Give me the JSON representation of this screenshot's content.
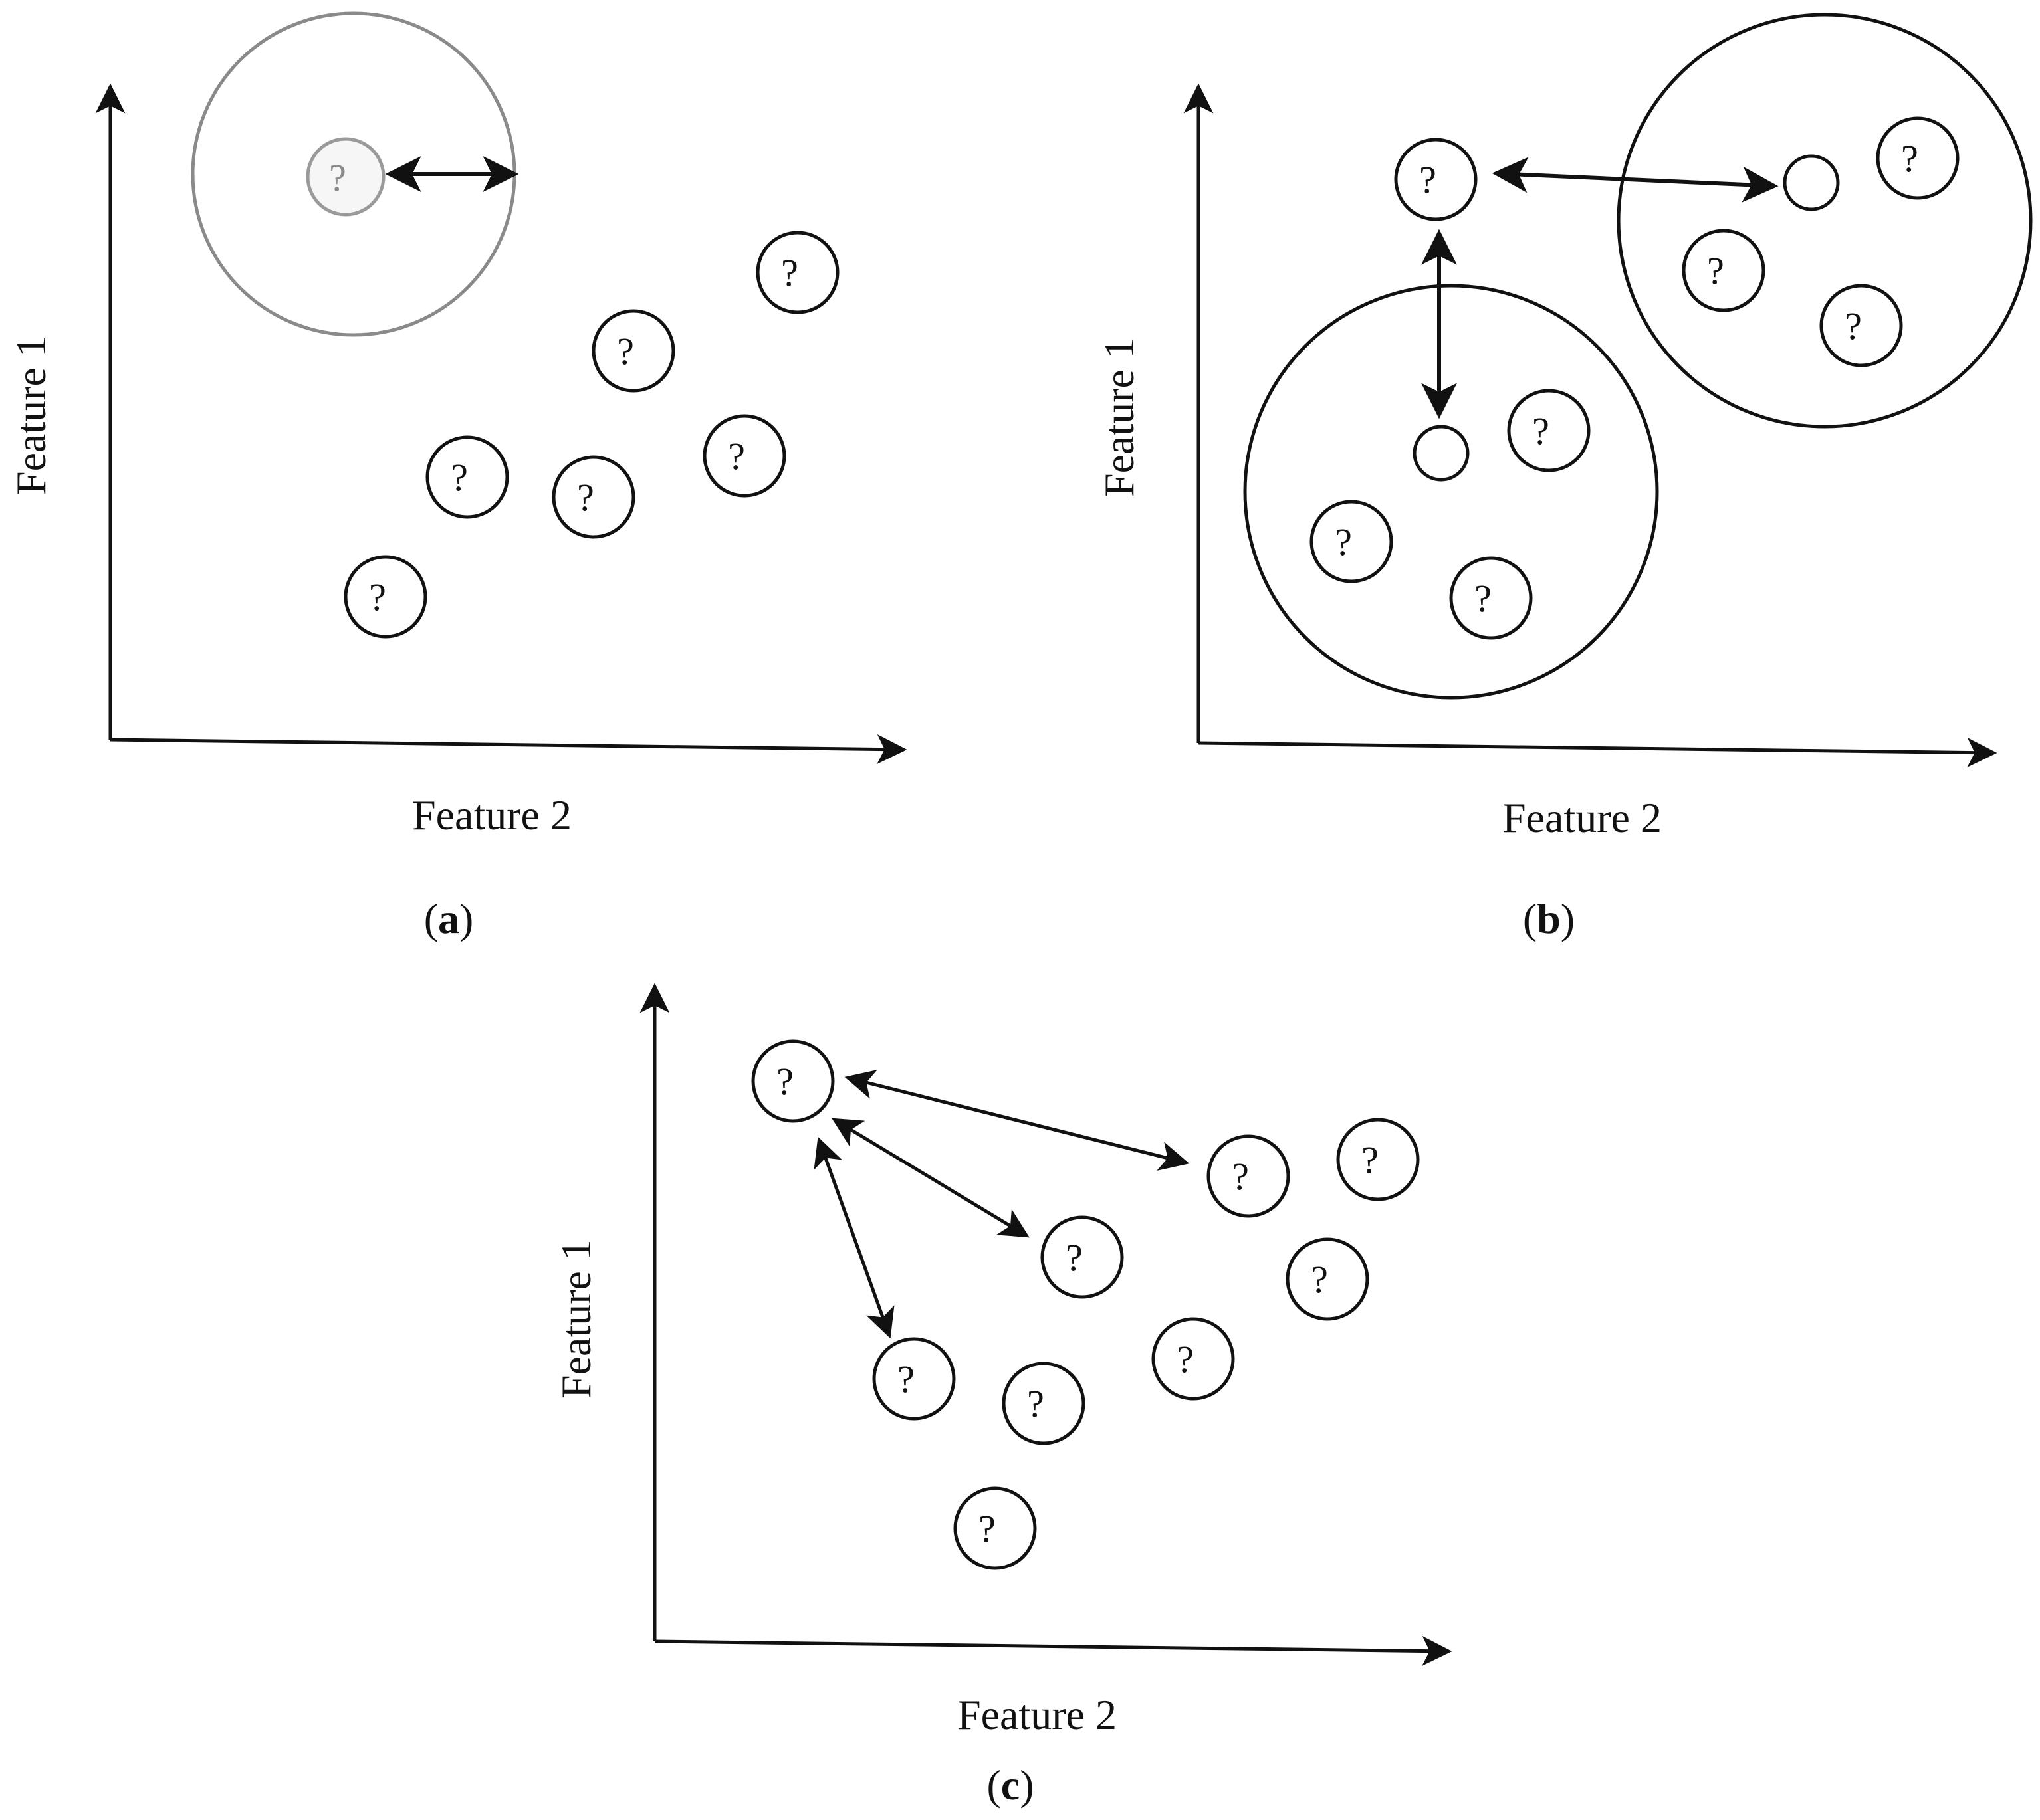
{
  "axes": {
    "y_label": "Feature 1",
    "x_label": "Feature 2"
  },
  "panels": [
    {
      "id": "a",
      "label": "a"
    },
    {
      "id": "b",
      "label": "b"
    },
    {
      "id": "c",
      "label": "c"
    }
  ],
  "symbols": {
    "unknown": "?"
  },
  "colors": {
    "ink": "#111111",
    "faded": "#8a8a8a"
  }
}
